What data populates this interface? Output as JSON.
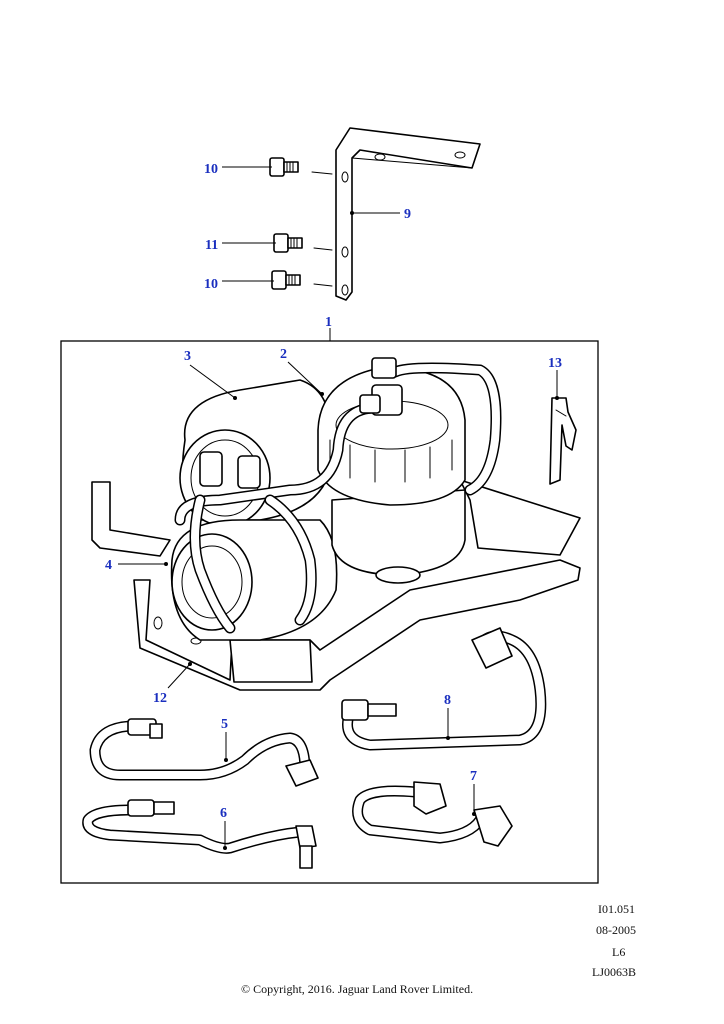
{
  "callouts": {
    "c1": "1",
    "c2": "2",
    "c3": "3",
    "c4": "4",
    "c5": "5",
    "c6": "6",
    "c7": "7",
    "c8": "8",
    "c9": "9",
    "c10a": "10",
    "c10b": "10",
    "c11": "11",
    "c12": "12",
    "c13": "13"
  },
  "meta": {
    "ref": "I01.051",
    "date": "08-2005",
    "engine": "L6",
    "drawing": "LJ0063B"
  },
  "copyright": "© Copyright, 2016. Jaguar Land Rover Limited.",
  "colors": {
    "callout": "#1a2fbf",
    "line": "#000000",
    "background": "#ffffff"
  }
}
